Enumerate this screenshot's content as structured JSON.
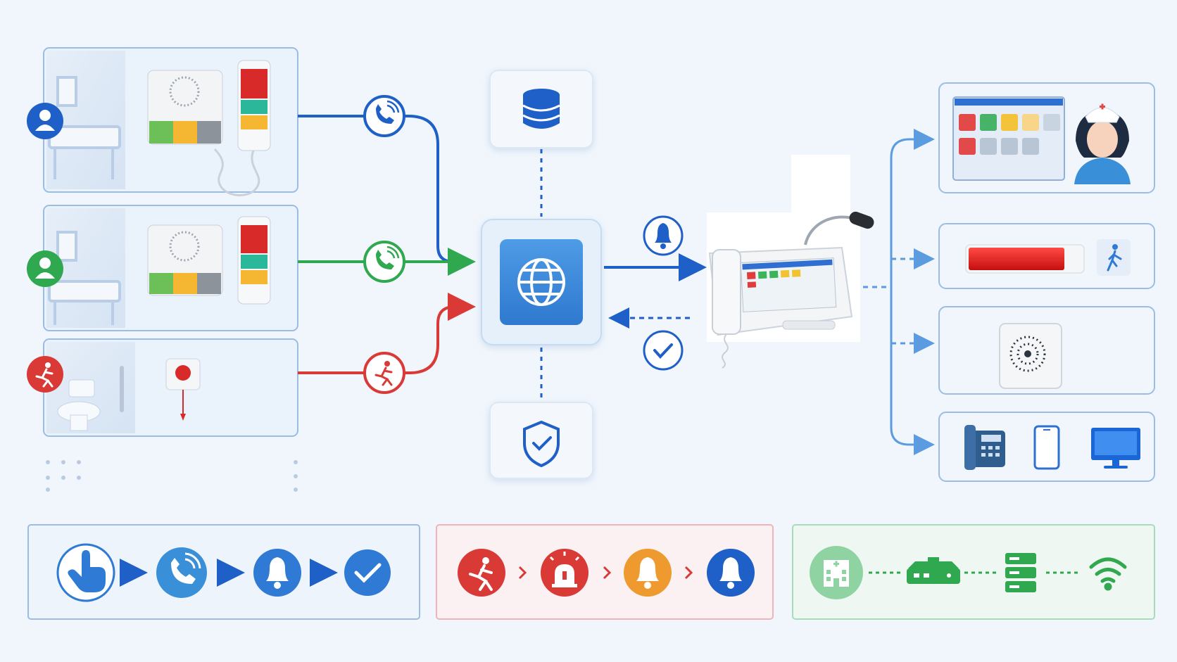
{
  "colors": {
    "background": "#f1f6fc",
    "blue": "#1f5fc8",
    "blue_light": "#5b9be0",
    "green": "#2fa84f",
    "red": "#d93a36",
    "orange": "#ef9a2e",
    "green_light": "#8fd3a3",
    "panel_border": "#9bbde3"
  },
  "left_rooms": [
    {
      "icon": "user-icon",
      "color": "#1f5fc8",
      "room": "bedroom",
      "device": "bedside-intercom-with-handset",
      "connector_icon": "phone-call-icon"
    },
    {
      "icon": "user-icon",
      "color": "#2fa84f",
      "room": "bedroom",
      "device": "bedside-intercom-with-handset",
      "connector_icon": "phone-call-icon"
    },
    {
      "icon": "running-person-icon",
      "color": "#d93a36",
      "room": "bathroom",
      "device": "pull-cord-emergency-button",
      "connector_icon": "running-person-icon"
    }
  ],
  "center": {
    "top": "database-icon",
    "hub": "globe-network-icon",
    "bottom": "shield-check-icon"
  },
  "console": {
    "device": "nurse-station-console-with-microphone",
    "signal_out_icon": "bell-icon",
    "signal_back_icon": "check-circle-icon"
  },
  "outputs": [
    {
      "name": "nurse-station-display",
      "icons": [
        "dashboard-screen-icon",
        "nurse-icon"
      ],
      "link": "solid"
    },
    {
      "name": "corridor-light",
      "icons": [
        "corridor-light-icon",
        "walking-person-icon"
      ],
      "link": "dashed"
    },
    {
      "name": "ceiling-speaker",
      "icons": [
        "speaker-icon"
      ],
      "link": "dashed"
    },
    {
      "name": "terminals",
      "icons": [
        "desk-phone-icon",
        "smartphone-icon",
        "monitor-icon"
      ],
      "link": "solid"
    }
  ],
  "legend_flows": [
    {
      "name": "call-flow",
      "border": "#9bbde3",
      "steps": [
        "touch-icon",
        "phone-call-icon",
        "bell-icon",
        "check-icon"
      ]
    },
    {
      "name": "emergency-flow",
      "border": "#f0b3b8",
      "steps": [
        "running-person-icon",
        "siren-icon",
        "bell-icon",
        "bell-icon"
      ]
    },
    {
      "name": "network-flow",
      "border": "#a8dcb6",
      "steps": [
        "hospital-icon",
        "router-icon",
        "server-icon",
        "wifi-icon"
      ]
    }
  ]
}
